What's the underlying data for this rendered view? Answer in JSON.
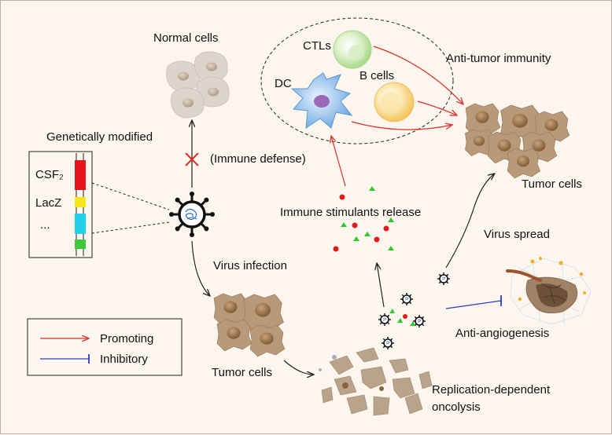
{
  "labels": {
    "normal_cells": "Normal cells",
    "ctls": "CTLs",
    "dc": "DC",
    "b_cells": "B cells",
    "anti_tumor_immunity": "Anti-tumor immunity",
    "genetically_modified": "Genetically modified",
    "immune_defense": "(Immune defense)",
    "tumor_cells_right": "Tumor cells",
    "immune_stimulants_release": "Immune stimulants release",
    "virus_spread": "Virus spread",
    "virus_infection": "Virus infection",
    "anti_angiogenesis": "Anti-angiogenesis",
    "tumor_cells_bottom": "Tumor cells",
    "replication_line1": "Replication-dependent",
    "replication_line2": "oncolysis"
  },
  "genes": [
    {
      "name": "CSF₂",
      "color": "#e8141b"
    },
    {
      "name": "LacZ",
      "color": "#f5e618"
    },
    {
      "name": "...",
      "color": "#22d0e8"
    },
    {
      "name": "",
      "color": "#3ec83a"
    }
  ],
  "legend": {
    "promoting": "Promoting",
    "inhibitory": "Inhibitory",
    "promoting_color": "#d8322a",
    "inhibitory_color": "#2a3cc8"
  },
  "colors": {
    "background": "#fcf6ee",
    "tumor_cell": "#b89a7a",
    "tumor_nucleus": "#8a6540",
    "normal_cell": "#dcd4cc",
    "ctl": "#bfe3a0",
    "b_cell": "#f8d58a",
    "dc": "#8fc0ec",
    "stimulant_red": "#e01b1b",
    "stimulant_green": "#2ec82e"
  }
}
